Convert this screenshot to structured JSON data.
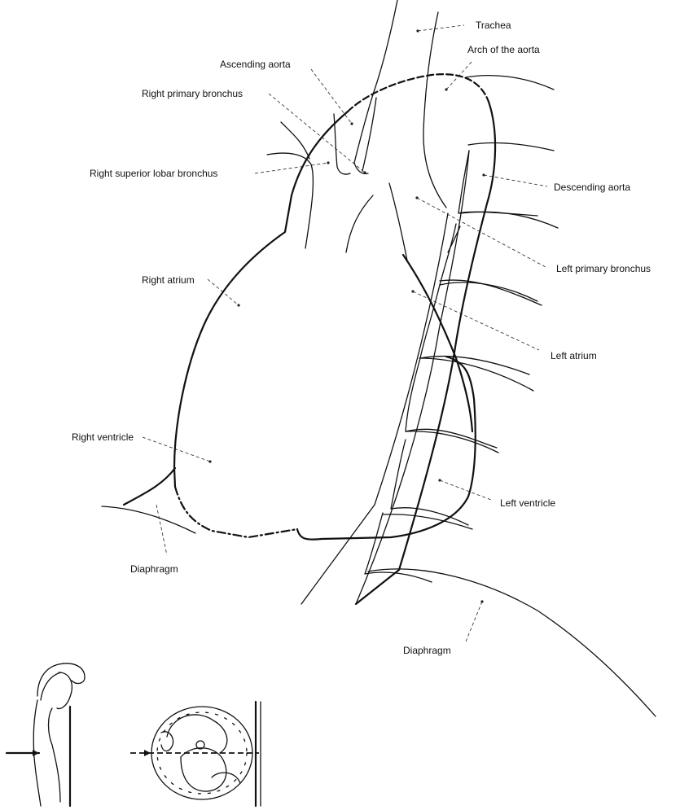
{
  "labels": {
    "trachea": "Trachea",
    "arch_of_aorta": "Arch of the aorta",
    "ascending_aorta": "Ascending aorta",
    "right_primary_bronchus": "Right primary bronchus",
    "right_superior_lobar_bronchus": "Right superior lobar bronchus",
    "descending_aorta": "Descending aorta",
    "left_primary_bronchus": "Left primary bronchus",
    "right_atrium": "Right atrium",
    "left_atrium": "Left atrium",
    "right_ventricle": "Right ventricle",
    "left_ventricle": "Left ventricle",
    "diaphragm_right": "Diaphragm",
    "diaphragm_left": "Diaphragm"
  }
}
